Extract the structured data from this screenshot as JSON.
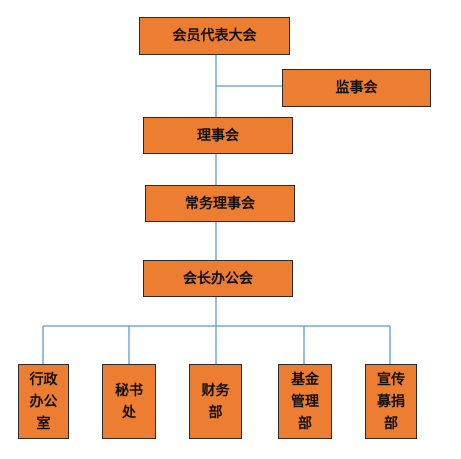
{
  "diagram": {
    "nodes": {
      "general_assembly": "会员代表大会",
      "supervisory_board": "监事会",
      "council": "理事会",
      "standing_council": "常务理事会",
      "president_office_meeting": "会长办公会"
    },
    "departments": [
      {
        "id": "admin_office",
        "lines": [
          "行政",
          "办公",
          "室"
        ]
      },
      {
        "id": "secretariat",
        "lines": [
          "秘书",
          "处"
        ]
      },
      {
        "id": "finance",
        "lines": [
          "财务",
          "部"
        ]
      },
      {
        "id": "fund_management",
        "lines": [
          "基金",
          "管理",
          "部"
        ]
      },
      {
        "id": "publicity_fundraising",
        "lines": [
          "宣传",
          "募捐",
          "部"
        ]
      }
    ],
    "colors": {
      "box_fill": "#ed7d31",
      "box_border": "#2b2b2b",
      "connector": "#5b9bd5"
    }
  }
}
